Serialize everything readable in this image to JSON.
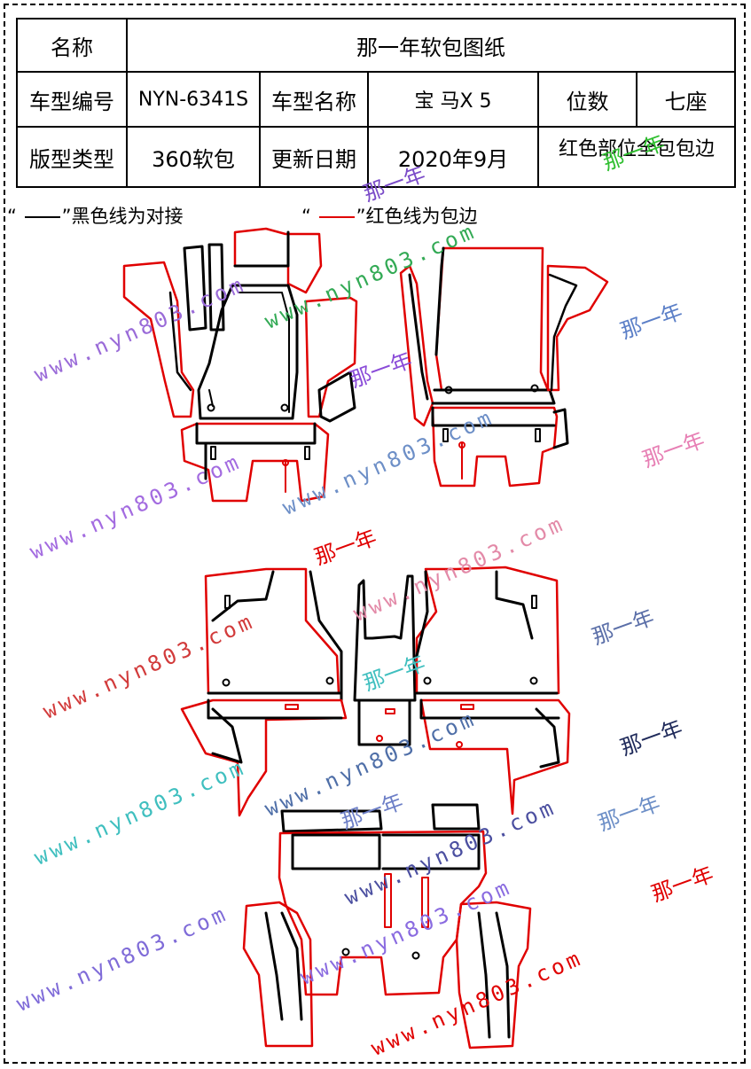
{
  "header": {
    "name_label": "名称",
    "name_value": "那一年软包图纸",
    "model_code_label": "车型编号",
    "model_code_value": "NYN-6341S",
    "model_name_label": "车型名称",
    "model_name_value": "宝 马X 5",
    "seats_label": "位数",
    "seats_value": "七座",
    "type_label": "版型类型",
    "type_value": "360软包",
    "date_label": "更新日期",
    "date_value": "2020年9月",
    "note": "红色部位全包包边"
  },
  "legend": {
    "black_prefix": "“",
    "black_text": "”黑色线为对接",
    "red_prefix": "“",
    "red_text": "”红色线为包边"
  },
  "colors": {
    "black_line": "#000000",
    "red_line": "#e00000"
  },
  "watermarks": {
    "site": "www.nyn803.com",
    "brand": "那一年"
  }
}
